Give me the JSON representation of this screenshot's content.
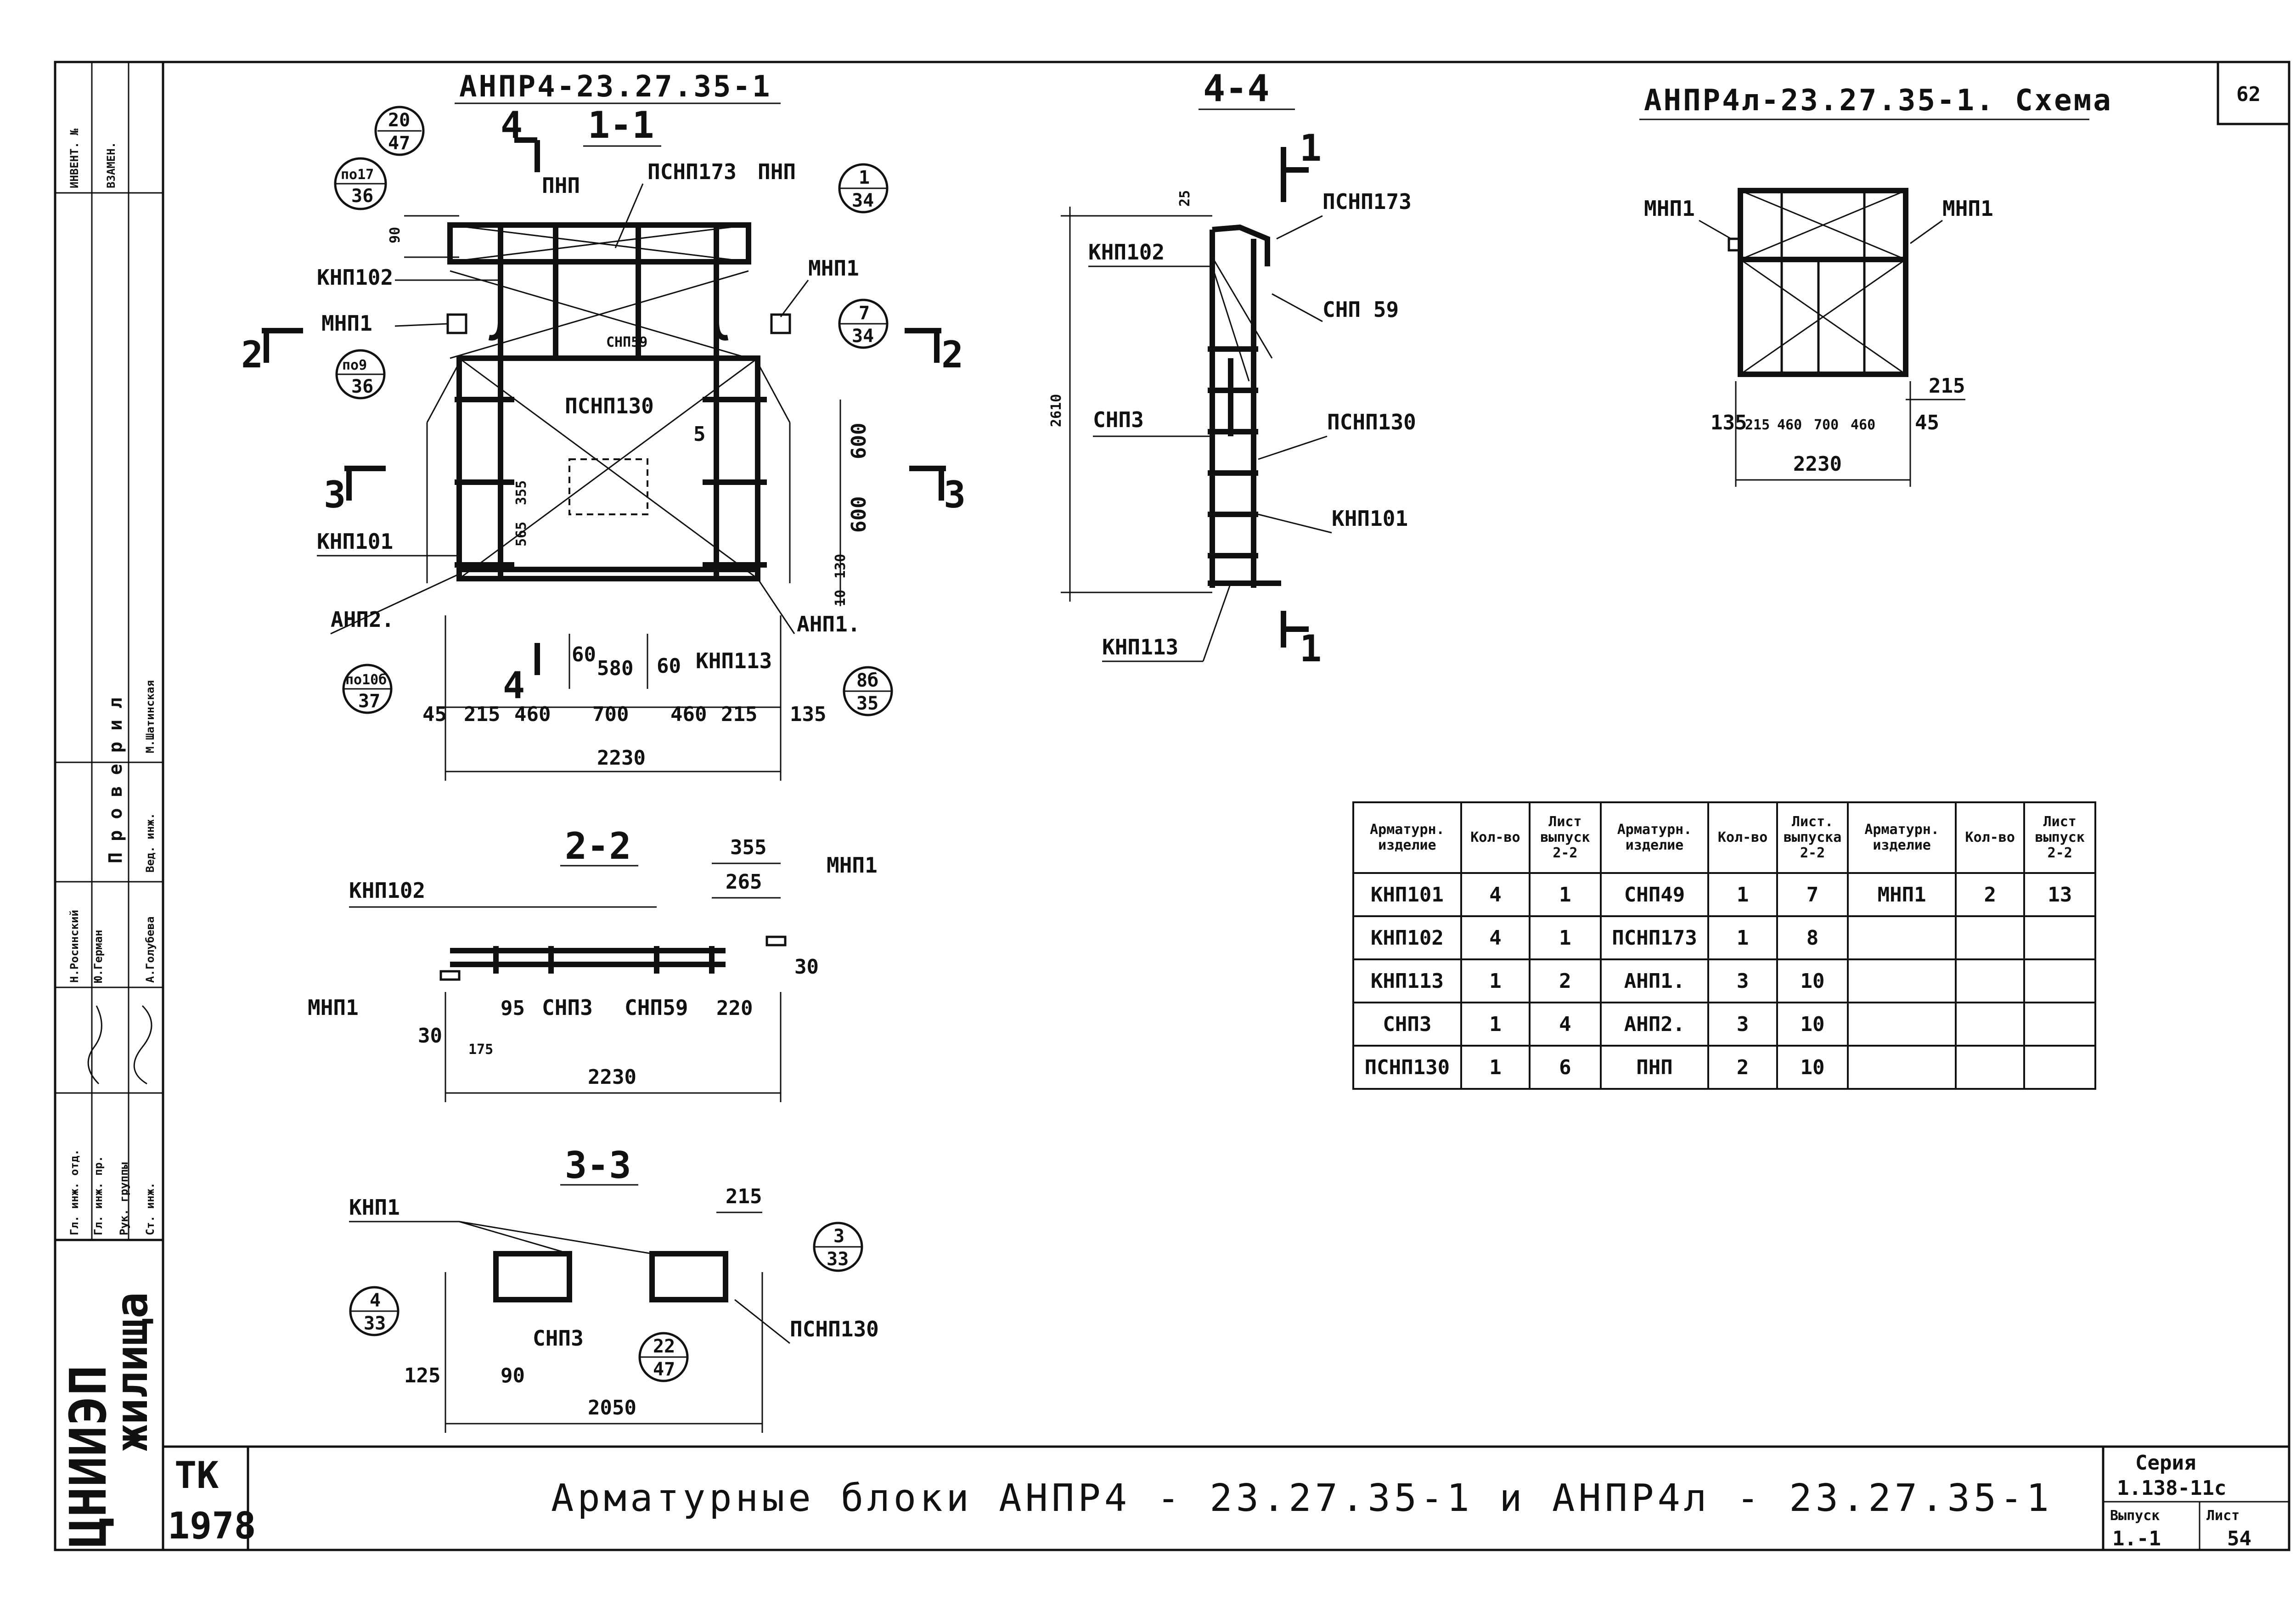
{
  "sheet": {
    "page_number": "62",
    "title": "Арматурные блоки АНПР4 - 23.27.35-1 и АНПР4л - 23.27.35-1",
    "stamp_left_top": "ТК",
    "stamp_left_bottom": "1978",
    "series_label": "Серия",
    "series_value": "1.138-11с",
    "issue_label": "Выпуск",
    "issue_value": "1.-1",
    "sheet_label": "Лист",
    "sheet_value": "54",
    "org_logo_text": "ЦНИИЭП",
    "org_name": "жилища"
  },
  "title_block": {
    "inv_no": "ИНВЕНТ. №",
    "replace": "ВЗАМЕН.",
    "checked": "П р о в е р и л",
    "roles": [
      "Гл. инж. отд.",
      "Гл. инж. пр.",
      "Рук. группы",
      "Ст. инж."
    ],
    "names": [
      "Н.Росинский",
      "Ю.Герман",
      "А.Голубева"
    ],
    "lead_eng": "Вед. инж.",
    "checker": "М.Шатинская"
  },
  "views": {
    "main_title": "АНПР4-23.27.35-1",
    "section_1": "1-1",
    "section_2": "2-2",
    "section_3": "3-3",
    "section_4": "4-4",
    "scheme_title": "АНПР4л-23.27.35-1. Схема"
  },
  "labels_11": {
    "pnp_left": "ПНП",
    "psnp173": "ПСНП173",
    "pnp_right": "ПНП",
    "knp102": "КНП102",
    "mnp1_left": "МНП1",
    "mnp1_right": "МНП1",
    "snp59": "СНП59",
    "psnp130": "ПСНП130",
    "knp101": "КНП101",
    "anp2": "АНП2.",
    "anp1": "АНП1.",
    "knp113": "КНП113",
    "cut2": "2",
    "cut3": "3",
    "cut4": "4",
    "c_20_47_top": "20",
    "c_20_47_bot": "47",
    "c_po17_top": "по17",
    "c_po17_bot": "36",
    "c_1_34_top": "1",
    "c_1_34_bot": "34",
    "c_7_34_top": "7",
    "c_7_34_bot": "34",
    "c_po9_top": "по9",
    "c_po9_bot": "36",
    "c_po10_top": "по10б",
    "c_po10_bot": "37",
    "c_8b_top": "8б",
    "c_8b_bot": "35",
    "d90": "90",
    "d5": "5",
    "d600a": "600",
    "d600b": "600",
    "d130": "130",
    "d10": "10",
    "d355": "355",
    "d565": "565",
    "d60a": "60",
    "d580": "580",
    "d60b": "60",
    "dims_bottom": [
      "45",
      "215",
      "460",
      "700",
      "460",
      "215",
      "135"
    ],
    "d2230": "2230"
  },
  "labels_22": {
    "knp102": "КНП102",
    "mnp1_right": "МНП1",
    "mnp1_left": "МНП1",
    "snp3": "СНП3",
    "snp59": "СНП59",
    "d355": "355",
    "d265": "265",
    "d30a": "30",
    "d30b": "30",
    "d95": "95",
    "d175": "175",
    "d220": "220",
    "d2230": "2230"
  },
  "labels_33": {
    "knp1": "КНП1",
    "snp3": "СНП3",
    "psnp130": "ПСНП130",
    "c_4_33_top": "4",
    "c_4_33_bot": "33",
    "c_22_47_top": "22",
    "c_22_47_bot": "47",
    "c_3_33_top": "3",
    "c_3_33_bot": "33",
    "d215": "215",
    "d125": "125",
    "d90": "90",
    "d2050": "2050"
  },
  "labels_44": {
    "psnp173": "ПСНП173",
    "knp102": "КНП102",
    "snp59": "СНП 59",
    "snp3": "СНП3",
    "psnp130": "ПСНП130",
    "knp101": "КНП101",
    "knp113": "КНП113",
    "d25": "25",
    "d2610": "2610",
    "cut1": "1"
  },
  "labels_scheme": {
    "mnp1_left": "МНП1",
    "mnp1_right": "МНП1",
    "dims": [
      "135",
      "215",
      "460",
      "700",
      "460",
      "45"
    ],
    "d215": "215",
    "d2230": "2230"
  },
  "spec_table": {
    "headers": [
      [
        "Арматурн. изделие",
        "Кол-во",
        "Лист выпуск 2-2"
      ],
      [
        "Арматурн. изделие",
        "Кол-во",
        "Лист. выпуска 2-2"
      ],
      [
        "Арматурн. изделие",
        "Кол-во",
        "Лист выпуск 2-2"
      ]
    ],
    "rows": [
      [
        "КНП101",
        "4",
        "1",
        "СНП49",
        "1",
        "7",
        "МНП1",
        "2",
        "13"
      ],
      [
        "КНП102",
        "4",
        "1",
        "ПСНП173",
        "1",
        "8",
        "",
        "",
        ""
      ],
      [
        "КНП113",
        "1",
        "2",
        "АНП1.",
        "3",
        "10",
        "",
        "",
        ""
      ],
      [
        "СНП3",
        "1",
        "4",
        "АНП2.",
        "3",
        "10",
        "",
        "",
        ""
      ],
      [
        "ПСНП130",
        "1",
        "6",
        "ПНП",
        "2",
        "10",
        "",
        "",
        ""
      ]
    ]
  }
}
